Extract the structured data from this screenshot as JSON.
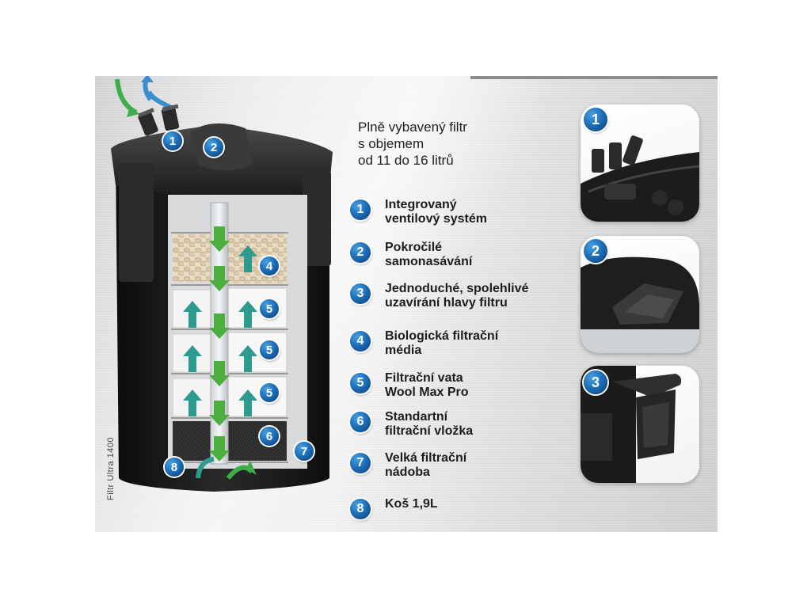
{
  "intro": {
    "line1": "Plně vybavený filtr",
    "line2": "s objemem",
    "line3": "od 11 do 16 litrů"
  },
  "product_label": "Filtr Ultra 1400",
  "features": [
    {
      "number": "1",
      "line1": "Integrovaný",
      "line2": "ventilový systém"
    },
    {
      "number": "2",
      "line1": "Pokročilé",
      "line2": "samonasávání"
    },
    {
      "number": "3",
      "line1": "Jednoduché, spolehlivé",
      "line2": "uzavírání hlavy filtru"
    },
    {
      "number": "4",
      "line1": "Biologická filtrační",
      "line2": "média"
    },
    {
      "number": "5",
      "line1": "Filtrační vata",
      "line2": "Wool Max Pro"
    },
    {
      "number": "6",
      "line1": "Standartní",
      "line2": "filtrační vložka"
    },
    {
      "number": "7",
      "line1": "Velká filtrační",
      "line2": "nádoba"
    },
    {
      "number": "8",
      "line1": "Koš 1,9L",
      "line2": ""
    }
  ],
  "insets": [
    {
      "number": "1"
    },
    {
      "number": "2"
    },
    {
      "number": "3"
    }
  ],
  "filter_callouts": [
    "1",
    "2",
    "4",
    "5",
    "5",
    "5",
    "6",
    "7",
    "8"
  ],
  "colors": {
    "badge_blue": "#1d6fb8",
    "arrow_green": "#3fae4a",
    "arrow_teal": "#2e9b8f",
    "arrow_blue": "#3a8fcf",
    "housing": "#1a1a1a"
  }
}
